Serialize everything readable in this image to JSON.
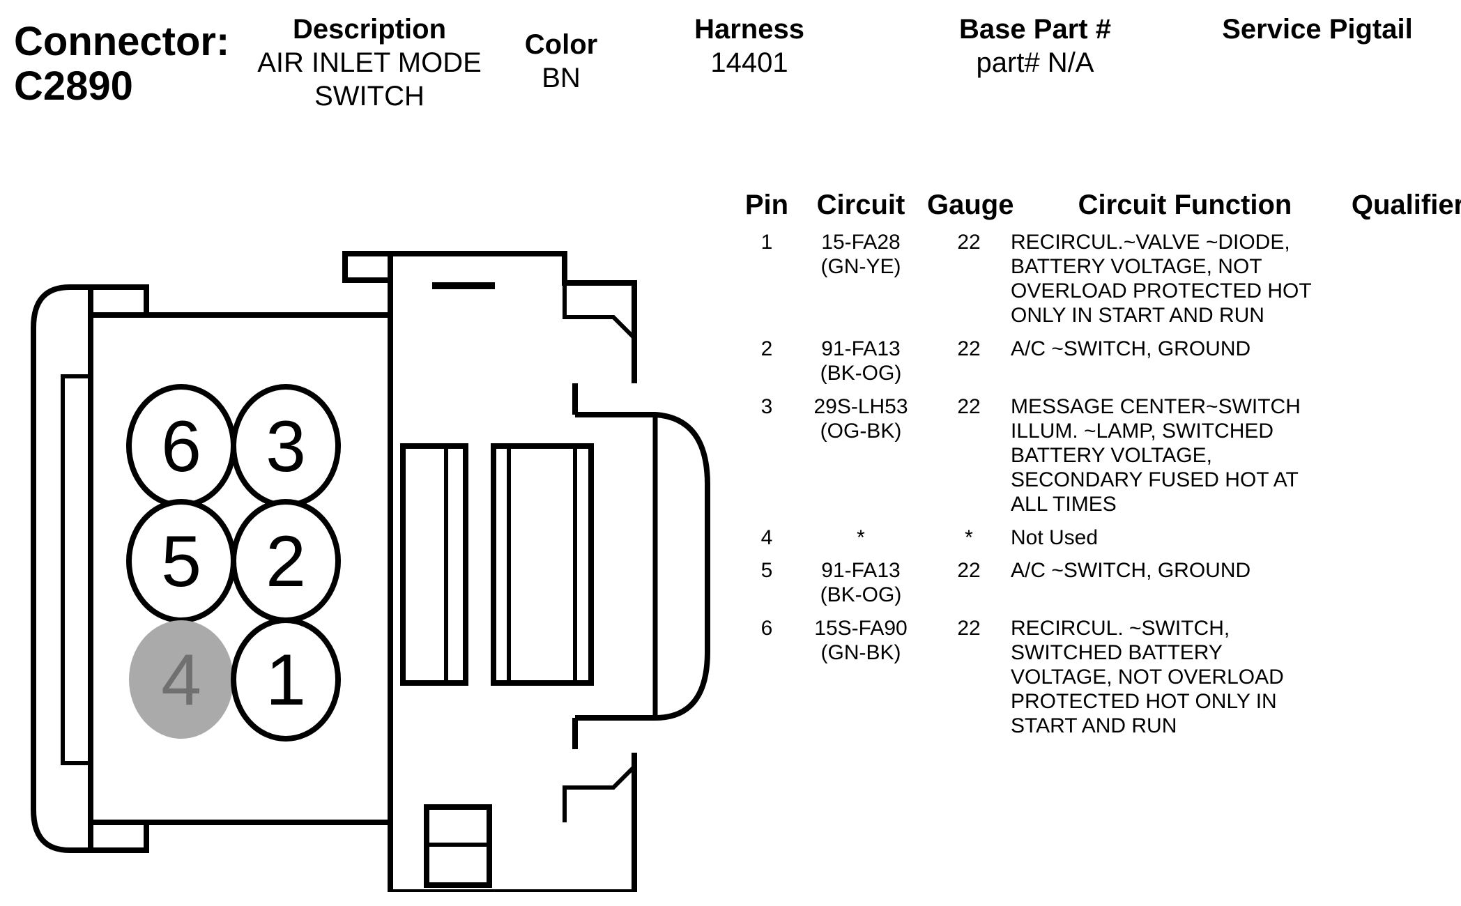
{
  "connector": {
    "label": "Connector:",
    "id": "C2890"
  },
  "header": {
    "description": {
      "label": "Description",
      "value": "AIR INLET MODE\nSWITCH"
    },
    "color": {
      "label": "Color",
      "value": "BN"
    },
    "harness": {
      "label": "Harness",
      "value": "14401"
    },
    "base_part": {
      "label": "Base Part #",
      "value": "part# N/A"
    },
    "service_pigtail": {
      "label": "Service Pigtail",
      "value": ""
    }
  },
  "table": {
    "columns": [
      "Pin",
      "Circuit",
      "Gauge",
      "Circuit Function",
      "Qualifier"
    ],
    "rows": [
      {
        "pin": "1",
        "circuit": "15-FA28\n(GN-YE)",
        "gauge": "22",
        "function": "RECIRCUL.~VALVE ~DIODE,\nBATTERY VOLTAGE, NOT\nOVERLOAD PROTECTED HOT\nONLY IN START AND RUN",
        "qualifier": ""
      },
      {
        "pin": "2",
        "circuit": "91-FA13\n(BK-OG)",
        "gauge": "22",
        "function": "A/C ~SWITCH, GROUND",
        "qualifier": ""
      },
      {
        "pin": "3",
        "circuit": "29S-LH53\n(OG-BK)",
        "gauge": "22",
        "function": "MESSAGE CENTER~SWITCH\nILLUM. ~LAMP, SWITCHED\nBATTERY VOLTAGE,\nSECONDARY FUSED HOT AT\nALL TIMES",
        "qualifier": ""
      },
      {
        "pin": "4",
        "circuit": "*",
        "gauge": "*",
        "function": "Not Used",
        "qualifier": ""
      },
      {
        "pin": "5",
        "circuit": "91-FA13\n(BK-OG)",
        "gauge": "22",
        "function": "A/C ~SWITCH, GROUND",
        "qualifier": ""
      },
      {
        "pin": "6",
        "circuit": "15S-FA90\n(GN-BK)",
        "gauge": "22",
        "function": "RECIRCUL. ~SWITCH,\nSWITCHED BATTERY\nVOLTAGE, NOT OVERLOAD\nPROTECTED HOT ONLY IN\nSTART AND RUN",
        "qualifier": ""
      }
    ]
  },
  "diagram": {
    "pins": [
      {
        "label": "6",
        "used": true
      },
      {
        "label": "3",
        "used": true
      },
      {
        "label": "5",
        "used": true
      },
      {
        "label": "2",
        "used": true
      },
      {
        "label": "4",
        "used": false
      },
      {
        "label": "1",
        "used": true
      }
    ],
    "colors": {
      "unused_fill": "#aaaaaa",
      "unused_text": "#707070",
      "stroke": "#000000"
    }
  }
}
